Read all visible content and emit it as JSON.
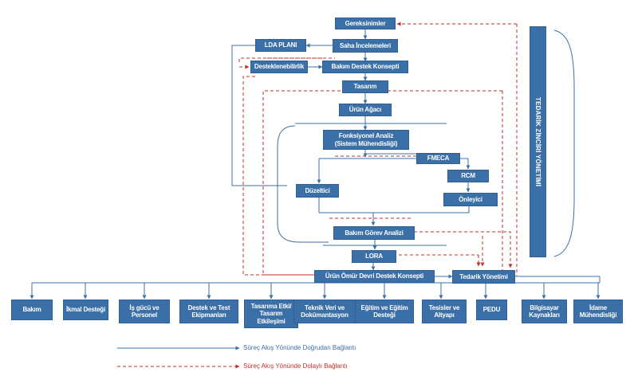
{
  "colors": {
    "box": "#3b6fa8",
    "direct": "#3b6fa8",
    "indirect": "#c0312b"
  },
  "nodes": {
    "gereksinimler": "Gereksinimler",
    "lda_plani": "LDA PLANI",
    "saha_incelemeleri": "Saha İncelemeleri",
    "desteklenebilirlik": "Desteklenebilirlik",
    "bakim_destek_konsepti": "Bakım Destek Konsepti",
    "tasarim": "Tasarım",
    "urun_agaci": "Ürün Ağacı",
    "fonksiyonel_analiz": "Fonksiyonel Analiz\n(Sistem Mühendisliği)",
    "fmeca": "FMECA",
    "rcm": "RCM",
    "duzeltici": "Düzeltici",
    "onleyici": "Önleyici",
    "bakim_gorev_analizi": "Bakım Görev Analizi",
    "lora": "LORA",
    "urun_omur_devri": "Ürün Ömür Devri Destek Konsepti",
    "tedarik_yonetimi": "Tedarik Yönetimi",
    "tedarik_zinciri": "TEDARİK ZİNCİRİ YÖNETİMİ"
  },
  "elements": [
    "Bakım",
    "İkmal Desteği",
    "İş gücü ve\nPersonel",
    "Destek ve Test\nEkipmanları",
    "Tasarıma Etki/\nTasarım\nEtkileşimi",
    "Teknik Veri ve\nDokümantasyon",
    "Eğitim ve Eğitim\nDesteği",
    "Tesisler ve\nAltyapı",
    "PEDU",
    "Bilgisayar\nKaynakları",
    "İdame\nMühendisliği"
  ],
  "legend": {
    "direct": "Süreç Akış Yönünde Doğrudan Bağlantı",
    "indirect": "Süreç Akış Yönünde Dolaylı Bağlantı"
  }
}
